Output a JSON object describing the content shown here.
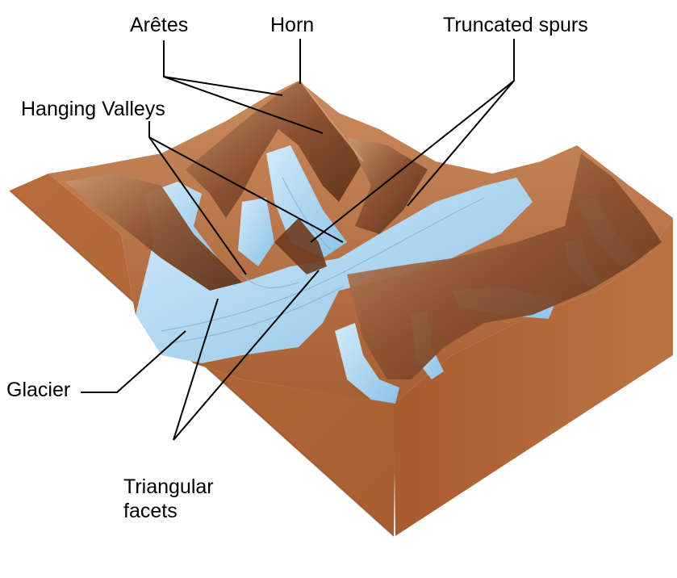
{
  "labels": {
    "aretes": "Arêtes",
    "horn": "Horn",
    "truncated_spurs": "Truncated spurs",
    "hanging_valleys": "Hanging Valleys",
    "glacier": "Glacier",
    "triangular_facets_line1": "Triangular",
    "triangular_facets_line2": "facets"
  },
  "colors": {
    "ground": "#b5683a",
    "ground_dark": "#8e4b25",
    "ridge": "#7a4526",
    "ridge_light": "#c0865a",
    "ice": "#a9d3ee",
    "ice_shadow": "#6fa9d4",
    "leader_line": "#000000"
  }
}
